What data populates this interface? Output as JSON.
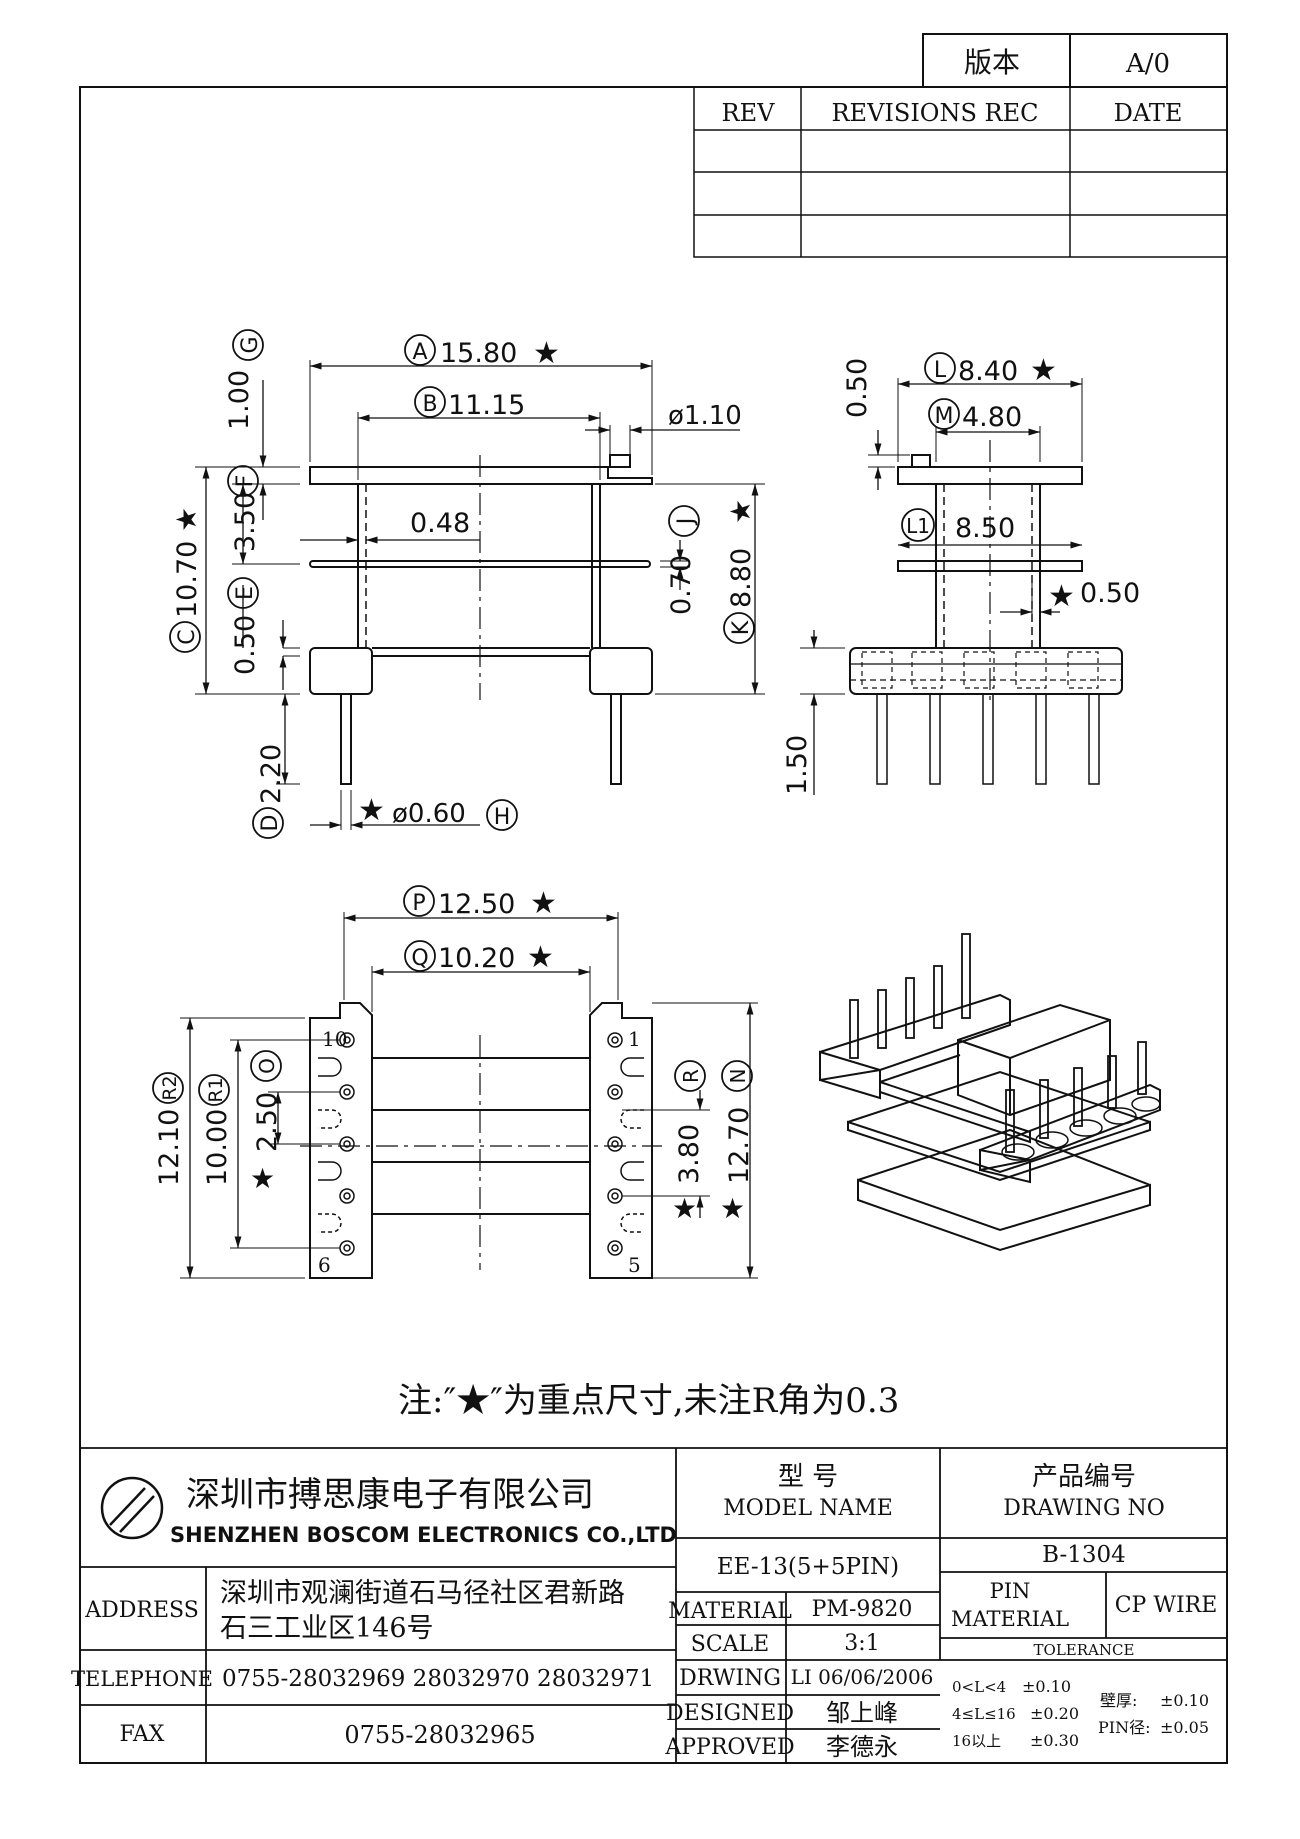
{
  "version_box": {
    "label": "版本",
    "value": "A/0"
  },
  "revisions": {
    "headers": [
      "REV",
      "REVISIONS REC",
      "DATE"
    ]
  },
  "dims": {
    "A": "15.80",
    "B": "11.15",
    "pin_hole": "ø1.10",
    "G": "1.00",
    "F": "3.50",
    "C": "10.70",
    "E": "0.50",
    "gap": "0.48",
    "J": "0.70",
    "K": "8.80",
    "D": "2.20",
    "H": "ø0.60",
    "L": "8.40",
    "M": "4.80",
    "side_top": "0.50",
    "L1": "8.50",
    "side_step": "0.50",
    "side_pin": "1.50",
    "P": "12.50",
    "Q": "10.20",
    "R2": "12.10",
    "R1": "10.00",
    "O": "2.50",
    "R": "3.80",
    "N": "12.70",
    "pin_nums": [
      "10",
      "6",
      "1",
      "5"
    ]
  },
  "letters": {
    "A": "A",
    "B": "B",
    "C": "C",
    "D": "D",
    "E": "E",
    "F": "F",
    "G": "G",
    "H": "H",
    "J": "J",
    "K": "K",
    "L": "L",
    "M": "M",
    "L1": "L1",
    "P": "P",
    "Q": "Q",
    "R2": "R2",
    "R1": "R1",
    "O": "O",
    "R": "R",
    "N": "N"
  },
  "note": "注:″★″为重点尺寸,未注R角为0.3",
  "company": {
    "name_cn": "深圳市搏思康电子有限公司",
    "name_en": "SHENZHEN BOSCOM ELECTRONICS CO.,LTD",
    "address_label": "ADDRESS",
    "address_line1": "深圳市观澜街道石马径社区君新路",
    "address_line2": "石三工业区146号",
    "telephone_label": "TELEPHONE",
    "telephone": "0755-28032969 28032970 28032971",
    "fax_label": "FAX",
    "fax": "0755-28032965"
  },
  "title_block": {
    "model_cn": "型    号",
    "model_en": "MODEL NAME",
    "drawing_cn": "产品编号",
    "drawing_en": "DRAWING NO",
    "model": "EE-13(5+5PIN)",
    "drawing_no": "B-1304",
    "material_label": "MATERIAL",
    "material": "PM-9820",
    "scale_label": "SCALE",
    "scale": "3:1",
    "drwing_label": "DRWING",
    "drwing": "LI 06/06/2006",
    "designed_label": "DESIGNED",
    "designed": "邹上峰",
    "approved_label": "APPROVED",
    "approved": "李德永",
    "pin_material_1": "PIN",
    "pin_material_2": "MATERIAL",
    "pin_material": "CP WIRE",
    "tolerance_label": "TOLERANCE",
    "tol_rows": [
      {
        "range": "0<L<4",
        "value": "±0.10"
      },
      {
        "range": "4≤L≤16",
        "value": "±0.20"
      },
      {
        "range": "16以上",
        "value": "±0.30"
      }
    ],
    "wall_label": "壁厚:",
    "wall": "±0.10",
    "pin_dia_label": "PIN径:",
    "pin_dia": "±0.05"
  }
}
